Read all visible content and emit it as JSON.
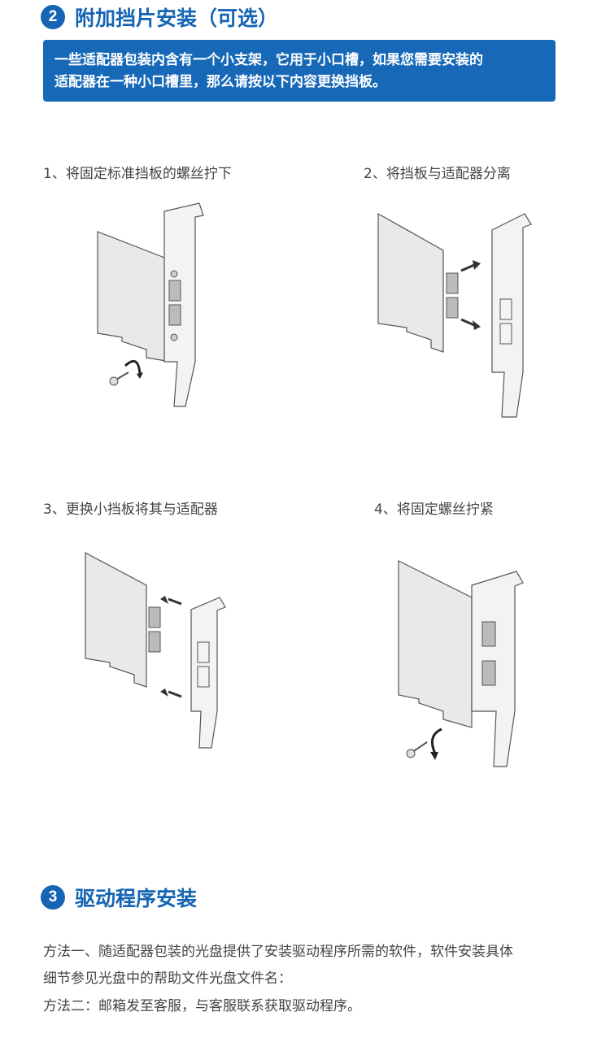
{
  "section2": {
    "number": "2",
    "title": "附加挡片安装（可选）"
  },
  "note": {
    "line1": "一些适配器包装内含有一个小支架，它用于小口槽，如果您需要安装的",
    "line2": "适配器在一种小口槽里，那么请按以下内容更换挡板。"
  },
  "steps": [
    {
      "label": "1、将固定标准挡板的螺丝拧下"
    },
    {
      "label": "2、将挡板与适配器分离"
    },
    {
      "label": "3、更换小挡板将其与适配器"
    },
    {
      "label": "4、将固定螺丝拧紧"
    }
  ],
  "section3": {
    "number": "3",
    "title": "驱动程序安装"
  },
  "methods": {
    "line1": "方法一、随适配器包装的光盘提供了安装驱动程序所需的软件，软件安装具体",
    "line2": "细节参见光盘中的帮助文件光盘文件名：",
    "line3": "方法二：邮箱发至客服，与客服联系获取驱动程序。"
  },
  "colors": {
    "accent": "#1565b4",
    "note_bg": "#1769b8"
  }
}
